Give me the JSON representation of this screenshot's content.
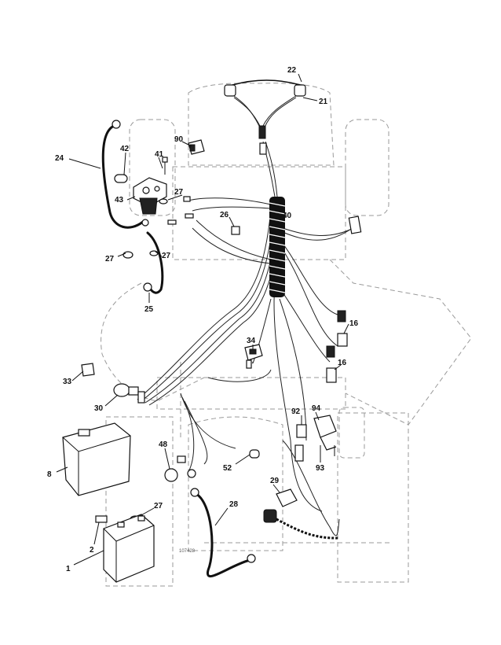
{
  "diagram": {
    "drawing_number": "107428",
    "callouts": {
      "c1": "1",
      "c2": "2",
      "c8": "8",
      "c16a": "16",
      "c16b": "16",
      "c21": "21",
      "c22": "22",
      "c24": "24",
      "c25": "25",
      "c26": "26",
      "c27a": "27",
      "c27b": "27",
      "c27c": "27",
      "c27d": "27",
      "c28": "28",
      "c29": "29",
      "c30": "30",
      "c33": "33",
      "c34": "34",
      "c40": "40",
      "c41": "41",
      "c42": "42",
      "c43": "43",
      "c48": "48",
      "c52": "52",
      "c90": "90",
      "c92": "92",
      "c93": "93",
      "c94": "94"
    }
  }
}
